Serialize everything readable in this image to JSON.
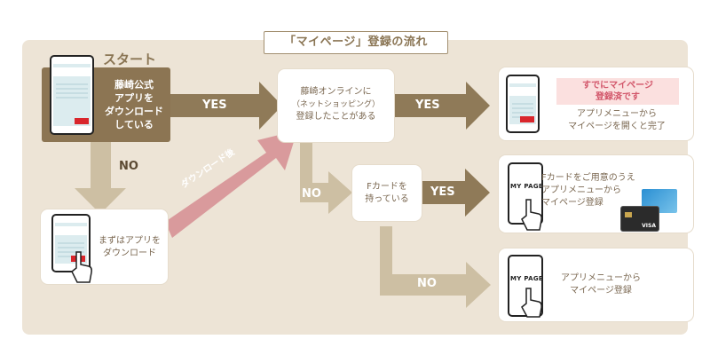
{
  "title": "「マイページ」登録の流れ",
  "start_label": "スタート",
  "nodes": {
    "start": {
      "lines": [
        "藤崎公式",
        "アプリを",
        "ダウンロード",
        "している"
      ]
    },
    "online": {
      "lines": [
        "藤崎オンラインに",
        "（ネットショッピング）",
        "登録したことがある"
      ]
    },
    "download": {
      "lines": [
        "まずはアプリを",
        "ダウンロード"
      ]
    },
    "fcard": {
      "lines": [
        "Fカードを",
        "持っている"
      ]
    },
    "done": {
      "badge": [
        "すでにマイページ",
        "登録済です"
      ],
      "lines": [
        "アプリメニューから",
        "マイページを開くと完了"
      ]
    },
    "fcard_yes": {
      "lines": [
        "Fカードをご用意のうえ",
        "アプリメニューから",
        "マイページ登録"
      ]
    },
    "fcard_no": {
      "lines": [
        "アプリメニューから",
        "マイページ登録"
      ]
    }
  },
  "labels": {
    "yes1": "YES",
    "yes2": "YES",
    "yes3": "YES",
    "no1": "NO",
    "no2": "NO",
    "no3": "NO",
    "after_download": "ダウンロード後"
  },
  "phone_text": "MY PAGE",
  "card_text": "VISA",
  "colors": {
    "panel": "#ede4d6",
    "dark_box": "#8c7553",
    "arrow_dark": "#8f7a58",
    "arrow_light": "#cdbfa3",
    "arrow_pink": "#d99a9c",
    "badge_bg": "#fbe0df",
    "badge_text": "#d2566a"
  }
}
